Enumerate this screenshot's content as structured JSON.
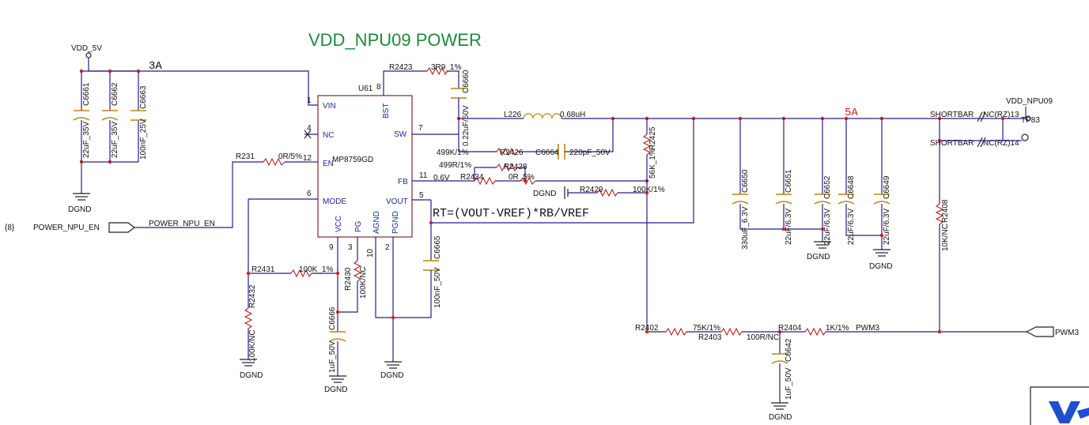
{
  "title": "VDD_NPU09  POWER",
  "rails": {
    "vin": "VDD_5V",
    "vout": "VDD_NPU09",
    "gnd": "DGND"
  },
  "currents": {
    "input": "3A",
    "output": "5A"
  },
  "formula": "RT=(VOUT-VREF)*RB/VREF",
  "fb_voltage": "0.6V",
  "ic": {
    "ref": "U61",
    "part": "MP8759GD",
    "pins": [
      {
        "name": "VIN",
        "num": "1"
      },
      {
        "name": "NC",
        "num": "4"
      },
      {
        "name": "EN",
        "num": "12"
      },
      {
        "name": "MODE",
        "num": "6"
      },
      {
        "name": "BST",
        "num": "8"
      },
      {
        "name": "SW",
        "num": "7"
      },
      {
        "name": "FB",
        "num": "11"
      },
      {
        "name": "VOUT",
        "num": "5"
      },
      {
        "name": "VCC",
        "num": "9"
      },
      {
        "name": "PG",
        "num": "3"
      },
      {
        "name": "AGND",
        "num": "10"
      },
      {
        "name": "PGND",
        "num": "2"
      }
    ]
  },
  "capacitors": [
    {
      "ref": "C6661",
      "value": "22uF_35V"
    },
    {
      "ref": "C6662",
      "value": "22uF_35V"
    },
    {
      "ref": "C6663",
      "value": "100nF_25V"
    },
    {
      "ref": "C6660",
      "value": "0.22uF/50V"
    },
    {
      "ref": "C6664",
      "value": "220pF_50V"
    },
    {
      "ref": "C6665",
      "value": "100nF_50V"
    },
    {
      "ref": "C6666",
      "value": "1uF_50V"
    },
    {
      "ref": "C6650",
      "value": "330uF_6.3V"
    },
    {
      "ref": "C6651",
      "value": "22uF/6.3V"
    },
    {
      "ref": "C6652",
      "value": "22uF/6.3V"
    },
    {
      "ref": "C6648",
      "value": "22uF/6.3V"
    },
    {
      "ref": "C6649",
      "value": "22uF/6.3V"
    },
    {
      "ref": "C6642",
      "value": "1uF_50V"
    }
  ],
  "resistors": [
    {
      "ref": "R2423",
      "value": "3R9_1%"
    },
    {
      "ref": "R231",
      "value": "0R/5%"
    },
    {
      "ref": "R2426",
      "value": "499K/1%"
    },
    {
      "ref": "R2428",
      "value": "499R/1%"
    },
    {
      "ref": "R2434",
      "value": "0R_5%"
    },
    {
      "ref": "R2429",
      "value": "100K/1%"
    },
    {
      "ref": "R2425",
      "value": "56K_1%"
    },
    {
      "ref": "R2430",
      "value": "100K/NC"
    },
    {
      "ref": "R2431",
      "value": "100K_1%"
    },
    {
      "ref": "R2432",
      "value": "100K/NC"
    },
    {
      "ref": "R2402",
      "value": "75K/1%"
    },
    {
      "ref": "R2403",
      "value": "100R/NC"
    },
    {
      "ref": "R2404",
      "value": "1K/1%"
    },
    {
      "ref": "R2408",
      "value": "10K/NC"
    }
  ],
  "inductor": {
    "ref": "L226",
    "value": "0.68uH"
  },
  "shortbars": [
    {
      "label": "SHORTBAR",
      "value": "NC(RZ)13"
    },
    {
      "label": "SHORTBAR",
      "value": "NC(RZ)14"
    }
  ],
  "testpoint": "TP83",
  "nets": {
    "enable": "POWER_NPU_EN",
    "enable_ref": "{8}",
    "pwm_net": "PWM3",
    "pwm_port": "PWM3"
  }
}
